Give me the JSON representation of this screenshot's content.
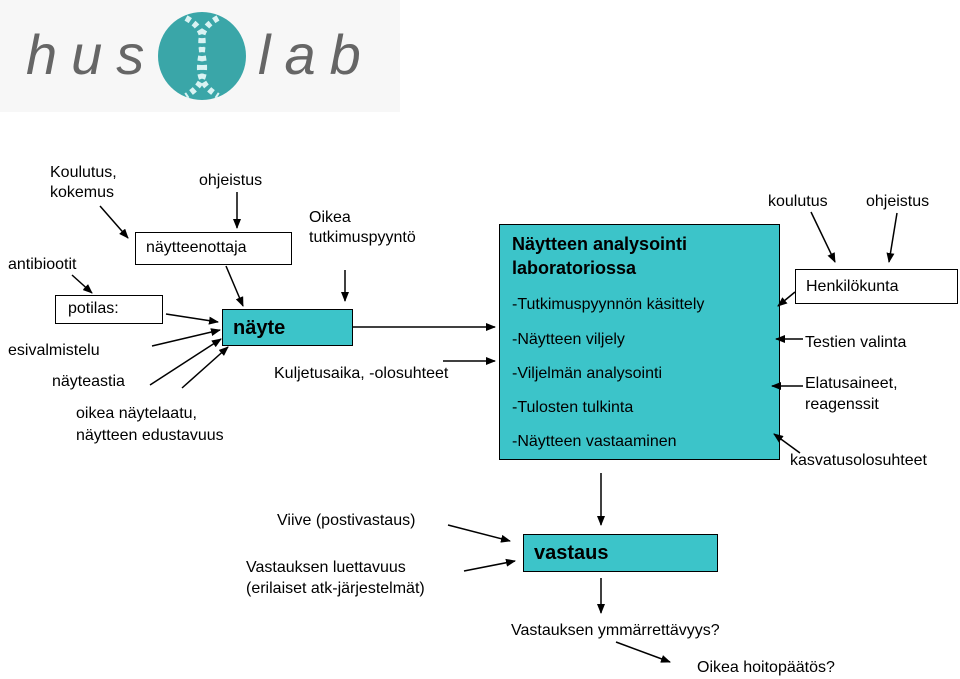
{
  "logo": {
    "left": "hus",
    "right": "lab"
  },
  "left": {
    "koulutus_kokemus": "Koulutus,\nkokemus",
    "ohjeistus": "ohjeistus",
    "antibiootit": "antibiootit",
    "naytteenottaja": "näytteenottaja",
    "potilas": "potilas:",
    "esivalmistelu": "esivalmistelu",
    "nayteastia": "näyteastia",
    "laatu": "oikea näytelaatu,\nnäytteen edustavuus",
    "nayte": "näyte"
  },
  "middle": {
    "pyynto": "Oikea\ntutkimuspyyntö",
    "kuljetus": "Kuljetusaika, -olosuhteet"
  },
  "analysis": {
    "title": "Näytteen analysointi\nlaboratoriossa",
    "steps": [
      "-Tutkimuspyynnön käsittely",
      "-Näytteen viljely",
      "-Viljelmän analysointi",
      "-Tulosten tulkinta",
      "-Näytteen vastaaminen"
    ]
  },
  "right": {
    "koulutus": "koulutus",
    "ohjeistus": "ohjeistus",
    "henkilokunta": "Henkilökunta",
    "testien_valinta": "Testien valinta",
    "elatusaineet": "Elatusaineet,\nreagenssit",
    "kasvatus": "kasvatusolosuhteet"
  },
  "bottom": {
    "viive": "Viive (postivastaus)",
    "luettavuus": "Vastauksen luettavuus\n(erilaiset atk-järjestelmät)",
    "vastaus": "vastaus",
    "ymmarrettavyys": "Vastauksen ymmärrettävyys?",
    "hoitopaatos": "Oikea hoitopäätös?"
  },
  "colors": {
    "teal": "#3cc4c9",
    "logo_gray": "#666666"
  }
}
